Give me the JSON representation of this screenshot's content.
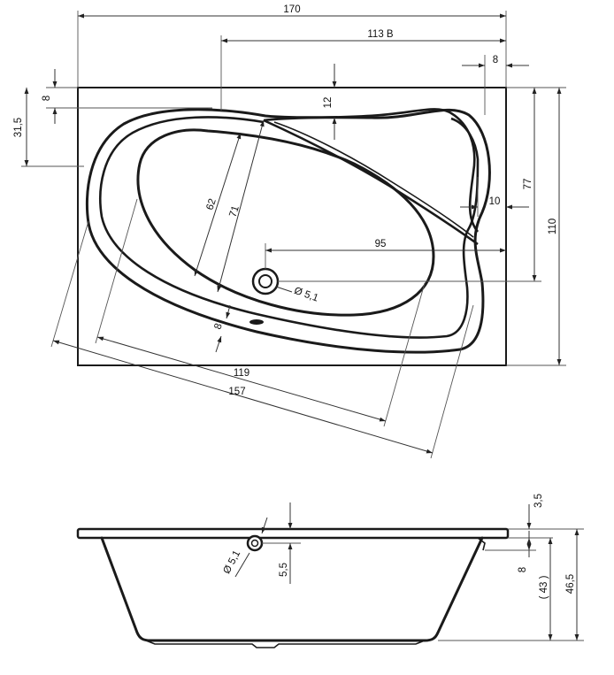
{
  "top_view": {
    "dims": {
      "overall_width": "170",
      "inner_width": "113 B",
      "right_rim": "8",
      "top_rim": "8",
      "top_offset": "31,5",
      "rim_gap": "12",
      "depth_right": "77",
      "right_gap": "10",
      "overall_depth": "110",
      "drain_offset": "95",
      "inner_length_a": "62",
      "inner_length_b": "71",
      "drain_diameter": "Ø 5,1",
      "lower_rim": "8",
      "bath_length": "119",
      "overall_length": "157"
    }
  },
  "side_view": {
    "dims": {
      "rim_thickness": "3,5",
      "overflow_diameter": "Ø 5,1",
      "overflow_offset": "5,5",
      "inner_depth_offset": "8",
      "inner_depth": "( 43 )",
      "total_height": "46,5"
    }
  }
}
